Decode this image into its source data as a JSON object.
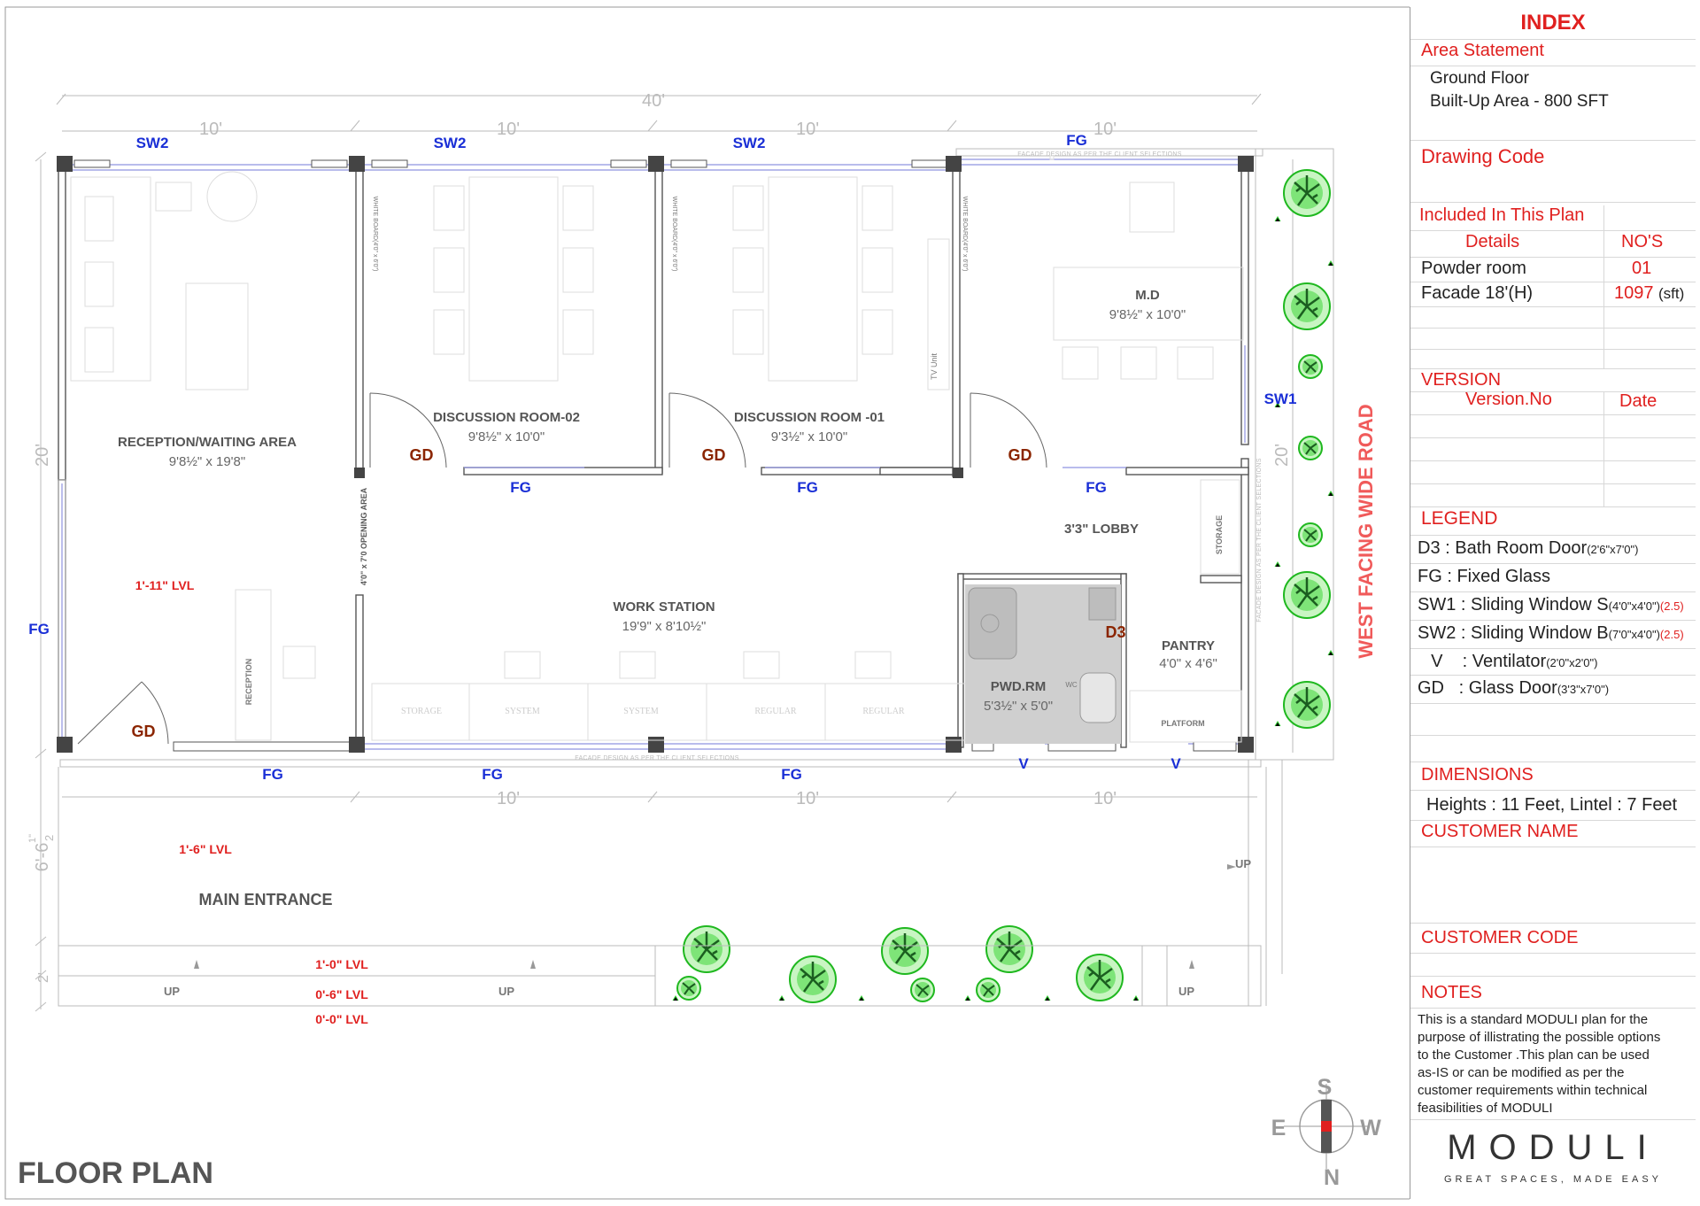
{
  "plan": {
    "title": "FLOOR PLAN",
    "overall_dim": "40'",
    "dim_10": "10'",
    "dim_20": "20'",
    "dim_6": "6'-6",
    "dim_6_frac": "1\"",
    "dim_6_den": "2",
    "dim_2": "2'",
    "road": "WEST FACING WIDE ROAD",
    "facade_note": "FACADE DESIGN AS PER THE CLIENT SELECTIONS",
    "rooms": {
      "reception_name": "RECEPTION/WAITING AREA",
      "reception_size": "9'8½\" x 19'8\"",
      "disc2_name": "DISCUSSION ROOM-02",
      "disc2_size": "9'8½\" x 10'0\"",
      "disc1_name": "DISCUSSION ROOM -01",
      "disc1_size": "9'3½\" x 10'0\"",
      "md_name": "M.D",
      "md_size": "9'8½\" x 10'0\"",
      "work_name": "WORK STATION",
      "work_size": "19'9\" x 8'10½\"",
      "lobby": "3'3\" LOBBY",
      "pantry_name": "PANTRY",
      "pantry_size": "4'0\" x 4'6\"",
      "pwd_name": "PWD.RM",
      "pwd_size": "5'3½\" x 5'0\"",
      "storage": "STORAGE",
      "platform": "PLATFORM",
      "reception_desk": "RECEPTION",
      "opening": "4'0\" x 7'0 OPENING AREA",
      "tv": "TV Unit",
      "whiteboard": "WHITE BOARD(4'0\" x 6'0\")",
      "wc": "WC",
      "main_entrance": "MAIN  ENTRANCE",
      "desk_labels": [
        "STORAGE",
        "SYSTEM",
        "SYSTEM",
        "REGULAR",
        "REGULAR"
      ]
    },
    "tags": {
      "sw2": "SW2",
      "sw1": "SW1",
      "fg": "FG",
      "gd": "GD",
      "d3": "D3",
      "v": "V"
    },
    "levels": {
      "l1": "1'-11\" LVL",
      "l2": "1'-6\" LVL",
      "l3": "1'-0\" LVL",
      "l4": "0'-6\" LVL",
      "l5": "0'-0\" LVL"
    },
    "up": "UP",
    "compass": {
      "s": "S",
      "e": "E",
      "w": "W",
      "n": "N"
    }
  },
  "index": {
    "title": "INDEX",
    "area_statement": "Area Statement",
    "floor": "Ground Floor",
    "built_up": "Built-Up  Area - 800 SFT",
    "drawing_code": "Drawing Code",
    "included": "Included In This Plan",
    "details_hdr": "Details",
    "nos_hdr": "NO'S",
    "items": [
      {
        "name": "Powder room",
        "qty": "01",
        "unit": ""
      },
      {
        "name": "Facade 18'(H)",
        "qty": "1097",
        "unit": "(sft)"
      }
    ],
    "version": "VERSION",
    "version_no": "Version.No",
    "date": "Date",
    "legend": "LEGEND",
    "legend_items": [
      {
        "k": "D3",
        "t": " : Bath Room Door",
        "s": "(2'6\"x7'0\")",
        "x": ""
      },
      {
        "k": "FG",
        "t": " : Fixed Glass",
        "s": "",
        "x": ""
      },
      {
        "k": "SW1",
        "t": " : Sliding Window S",
        "s": "(4'0\"x4'0\")",
        "x": "(2.5)"
      },
      {
        "k": "SW2",
        "t": " : Sliding Window B",
        "s": "(7'0\"x4'0\")",
        "x": "(2.5)"
      },
      {
        "k": "  V",
        "t": "    : Ventilator",
        "s": "(2'0\"x2'0\")",
        "x": ""
      },
      {
        "k": "GD",
        "t": "   : Glass Door",
        "s": "(3'3\"x7'0\")",
        "x": ""
      }
    ],
    "dimensions": "DIMENSIONS",
    "heights": "Heights : 11 Feet, Lintel : 7 Feet",
    "customer_name": "CUSTOMER NAME",
    "customer_code": "CUSTOMER CODE",
    "notes": "NOTES",
    "notes_text": [
      "This is a standard MODULI plan for the",
      "purpose of illistrating the possible options",
      "to the Customer .This plan can be used",
      "as-IS or can be modified as per the",
      "customer requirements within technical",
      "feasibilities of MODULI"
    ],
    "logo": "MODULI",
    "tagline": "GREAT SPACES, MADE EASY"
  },
  "colors": {
    "red": "#e0201f",
    "blue": "#1a2fd6",
    "brown": "#8b2500",
    "tree": "#22c323"
  }
}
